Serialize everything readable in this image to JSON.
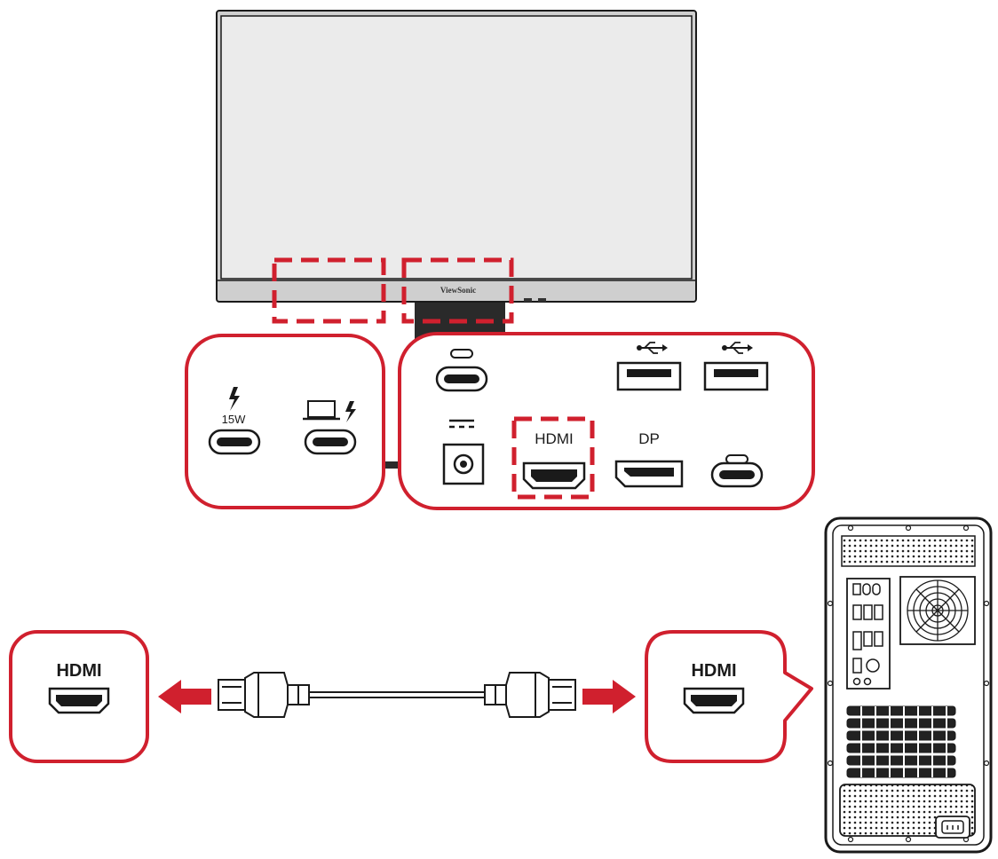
{
  "monitor": {
    "brand": "ViewSonic",
    "left_panel": {
      "power_label": "15W"
    },
    "right_panel": {
      "hdmi_label": "HDMI",
      "dp_label": "DP"
    }
  },
  "cable": {
    "left_callout_label": "HDMI",
    "right_callout_label": "HDMI"
  },
  "colors": {
    "accent_red": "#d0202e",
    "outline": "#1a1a1a",
    "screen": "#ebebeb",
    "bezel": "#c9c9c9"
  }
}
